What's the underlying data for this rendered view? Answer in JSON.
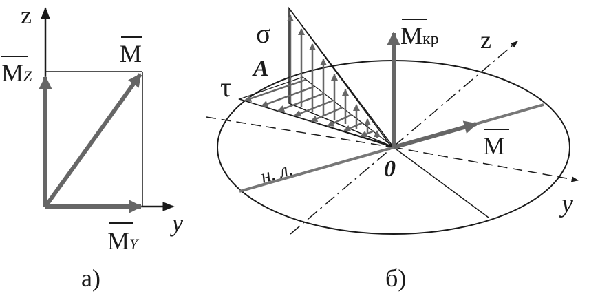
{
  "figure_a": {
    "axis_z": "z",
    "axis_y": "y",
    "vec_M": "M",
    "vec_Mz_main": "M",
    "vec_Mz_sub": "Z",
    "vec_My_main": "M",
    "vec_My_sub": "Y",
    "caption": "а)"
  },
  "figure_b": {
    "sigma": "σ",
    "tau": "τ",
    "point_A": "A",
    "vec_Mkr_main": "M",
    "vec_Mkr_sub": "кр",
    "axis_z": "z",
    "axis_y": "y",
    "vec_M": "M",
    "origin": "0",
    "neutral_line": "н. л.",
    "caption": "б)"
  },
  "colors": {
    "vector": "#666666",
    "line": "#1a1a1a"
  }
}
